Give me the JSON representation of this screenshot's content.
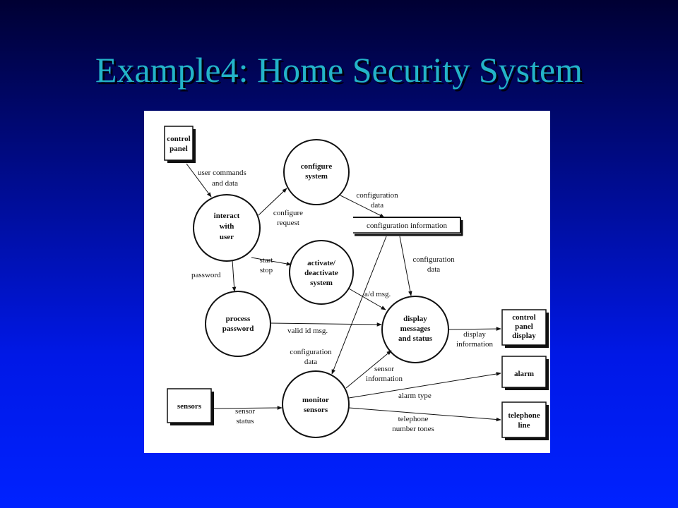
{
  "slide": {
    "title": "Example4: Home Security System"
  },
  "diagram": {
    "entities": {
      "control_panel": [
        "control",
        "panel"
      ],
      "sensors": [
        "sensors"
      ],
      "control_panel_display": [
        "control",
        "panel",
        "display"
      ],
      "alarm": [
        "alarm"
      ],
      "telephone_line": [
        "telephone",
        "line"
      ]
    },
    "processes": {
      "interact": [
        "interact",
        "with",
        "user"
      ],
      "configure": [
        "configure",
        "system"
      ],
      "activate": [
        "activate/",
        "deactivate",
        "system"
      ],
      "process_password": [
        "process",
        "password"
      ],
      "display": [
        "display",
        "messages",
        "and status"
      ],
      "monitor": [
        "monitor",
        "sensors"
      ]
    },
    "datastore": "configuration information",
    "flows": {
      "user_commands": [
        "user commands",
        "and data"
      ],
      "configure_request": [
        "configure",
        "request"
      ],
      "config_data_1": [
        "configuration",
        "data"
      ],
      "start_stop": [
        "start",
        "stop"
      ],
      "password": [
        "password"
      ],
      "config_data_2": [
        "configuration",
        "data"
      ],
      "ad_msg": [
        "a/d msg."
      ],
      "valid_id": [
        "valid id msg."
      ],
      "display_info": [
        "display",
        "information"
      ],
      "config_data_3": [
        "configuration",
        "data"
      ],
      "sensor_info": [
        "sensor",
        "information"
      ],
      "alarm_type": [
        "alarm type"
      ],
      "sensor_status": [
        "sensor",
        "status"
      ],
      "telephone_tones": [
        "telephone",
        "number tones"
      ]
    }
  }
}
